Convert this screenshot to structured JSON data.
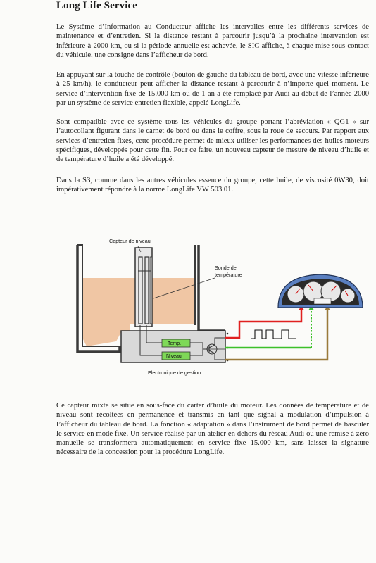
{
  "title": "Long Life Service",
  "paragraphs": [
    "Le Système d’Information au Conducteur affiche les intervalles entre les différents services de maintenance et d’entretien. Si la distance restant à parcourir jusqu’à la prochaine intervention est inférieure à 2000 km, ou si la période annuelle est achevée, le SIC affiche, à chaque mise sous contact du véhicule, une consigne dans l’afficheur de bord.",
    "En appuyant sur la touche de contrôle (bouton de gauche du tableau de bord, avec une vitesse inférieure à 25 km/h), le conducteur peut afficher la distance restant à parcourir à n’importe quel moment. Le service d’intervention fixe de 15.000 km ou de 1 an a été remplacé par Audi au début de l’année 2000 par un système de service entretien flexible, appelé LongLife.",
    "Sont compatible avec ce système tous les véhicules du groupe portant l’abréviation « QG1 » sur l’autocollant figurant dans le carnet de bord ou dans le coffre, sous la roue de secours. Par rapport aux services d’entretien fixes, cette procédure permet de mieux utiliser les performances des huiles moteurs spécifiques, développés pour cette fin. Pour ce faire, un nouveau capteur de mesure de niveau d’huile et de température d’huile a été développé.",
    "Dans la S3, comme dans les autres véhicules essence du groupe, cette huile, de viscosité 0W30, doit impérativement répondre à la norme LongLife VW 503 01.",
    "Ce capteur mixte se situe en sous-face du carter d’huile du moteur. Les données de température et de niveau sont récoltées en permanence et transmis en tant que signal à modulation d’impulsion à l’afficheur du tableau de bord. La fonction « adaptation » dans l’instrument de bord permet de basculer le service en mode fixe. Un service réalisé par un atelier en dehors du réseau Audi ou une remise à zéro manuelle se transformera automatiquement en service fixe 15.000 km, sans laisser la signature nécessaire de la concession pour la procédure LongLife."
  ],
  "diagram": {
    "label_level_sensor": "Capteur de niveau",
    "label_temp_probe_line1": "Sonde de",
    "label_temp_probe_line2": "température",
    "label_ecu": "Electronique de gestion",
    "box_temp": "Temp.",
    "box_level": "Niveau"
  },
  "colors": {
    "oil": "#f0c6a4",
    "box_green": "#7ed957",
    "wire_red": "#e02020",
    "wire_green": "#3cc02a",
    "wire_brown": "#9a7a3a",
    "dash_blue": "#5a7fc0"
  }
}
